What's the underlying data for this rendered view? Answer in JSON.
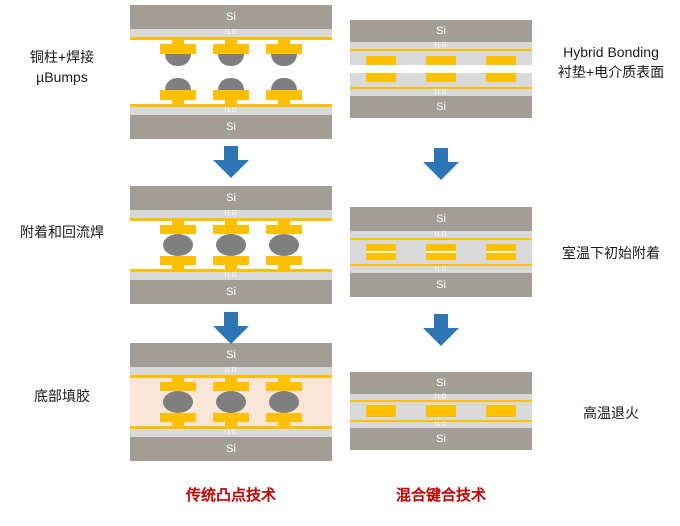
{
  "colors": {
    "si": "#a29d95",
    "si_text": "#ffffff",
    "ild": "#d9d9d9",
    "ild_text": "#ffffff",
    "metal": "#ffc000",
    "solder": "#7f7f7f",
    "underfill": "#fbe5d6",
    "arrow": "#2e75b6",
    "text": "#1a1a1a",
    "accent_red": "#c00000",
    "background": "#ffffff"
  },
  "diagram": {
    "si_label": "Si",
    "ild_label": "ILD"
  },
  "left_column": {
    "stage1_label_line1": "铜柱+焊接",
    "stage1_label_line2": "µBumps",
    "stage2_label": "附着和回流焊",
    "stage3_label": "底部填胶",
    "footer": "传统凸点技术"
  },
  "right_column": {
    "stage1_label_line1": "Hybrid Bonding",
    "stage1_label_line2": "衬垫+电介质表面",
    "stage2_label": "室温下初始附着",
    "stage3_label": "高温退火",
    "footer": "混合键合技术"
  }
}
